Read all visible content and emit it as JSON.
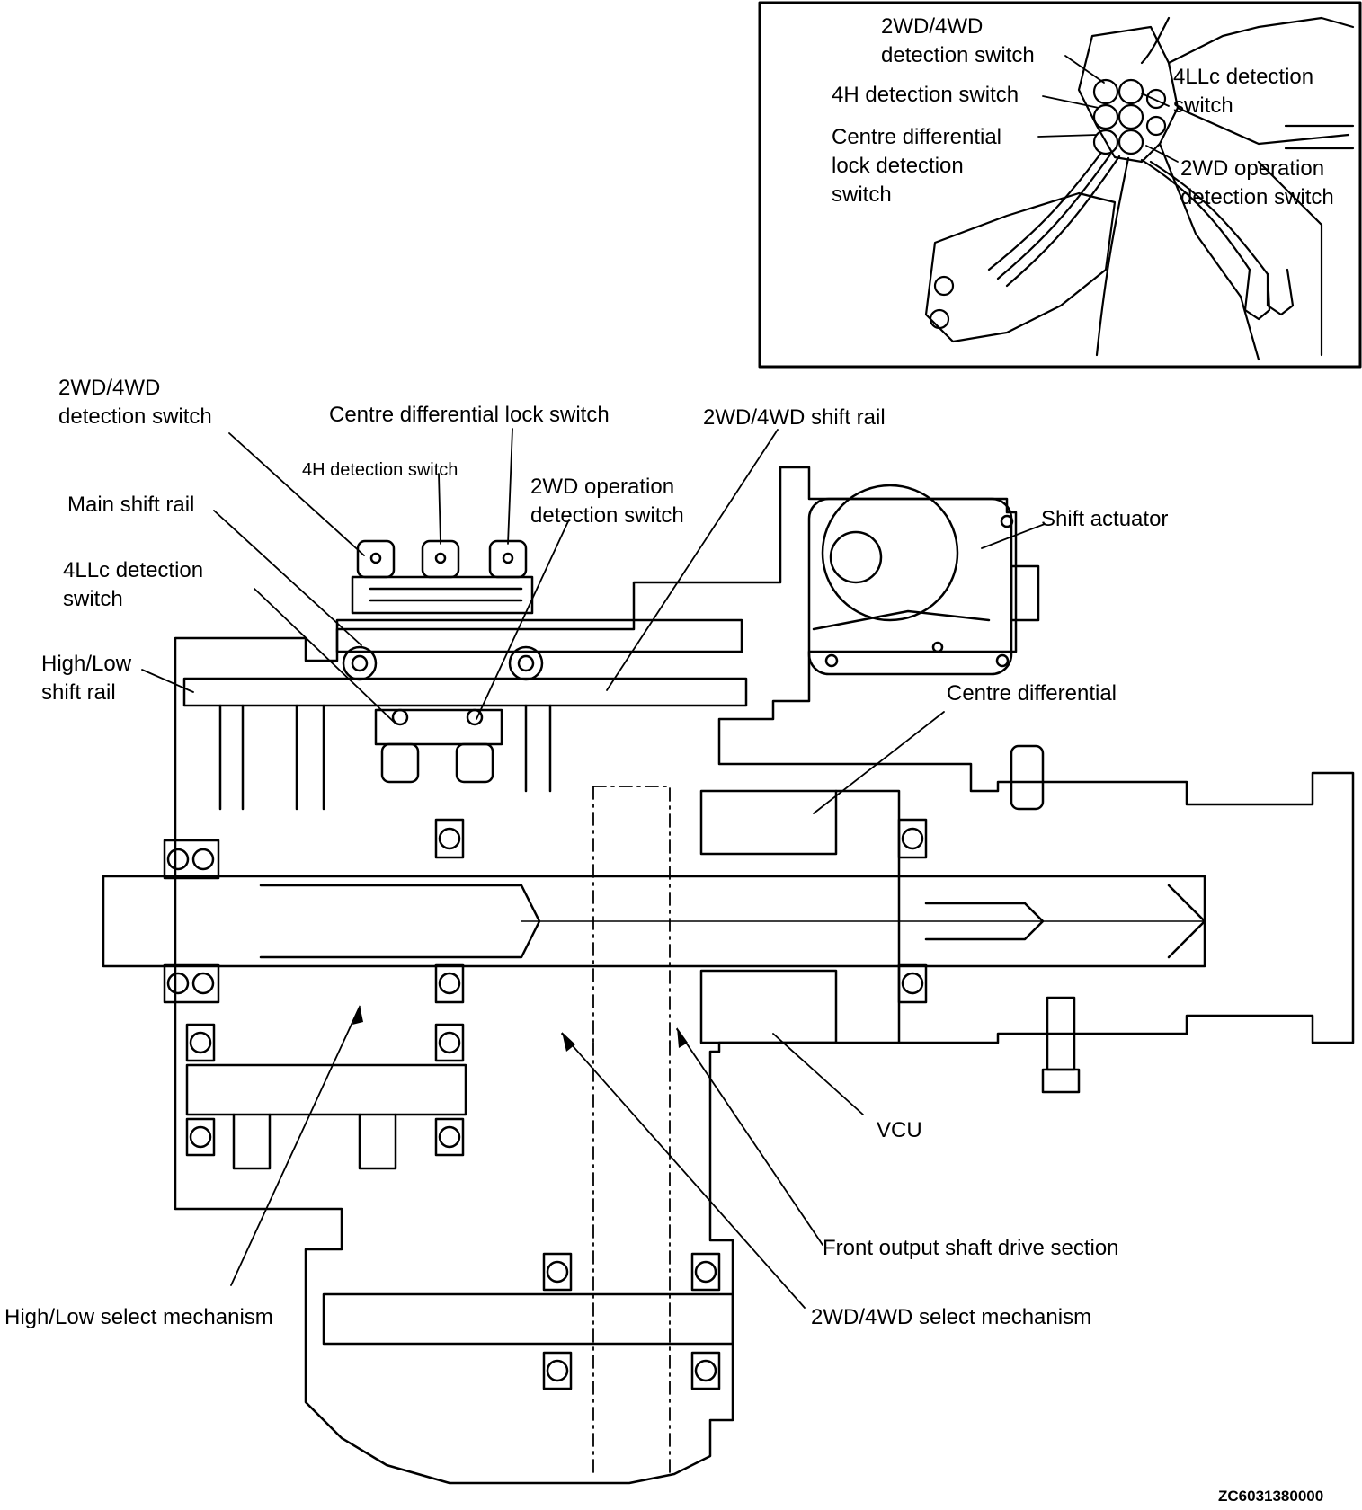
{
  "inset": {
    "label_2wd4wd_detection": [
      "2WD/4WD",
      "detection switch"
    ],
    "label_4llc_detection": [
      "4LLc detection",
      "switch"
    ],
    "label_4h_detection": "4H detection switch",
    "label_centre_diff_lock": [
      "Centre differential",
      "lock detection",
      "switch"
    ],
    "label_2wd_operation": [
      "2WD operation",
      "detection switch"
    ]
  },
  "main": {
    "label_2wd4wd_detection": [
      "2WD/4WD",
      "detection switch"
    ],
    "label_centre_diff_lock_switch": "Centre differential lock switch",
    "label_2wd4wd_shift_rail": "2WD/4WD shift rail",
    "label_4h_detection": "4H detection switch",
    "label_2wd_operation": [
      "2WD operation",
      "detection switch"
    ],
    "label_main_shift_rail": "Main shift rail",
    "label_shift_actuator": "Shift actuator",
    "label_4llc_detection": [
      "4LLc detection",
      "switch"
    ],
    "label_high_low_shift_rail": [
      "High/Low",
      "shift rail"
    ],
    "label_centre_differential": "Centre differential",
    "label_vcu": "VCU",
    "label_front_output": "Front output shaft drive section",
    "label_high_low_select": "High/Low select mechanism",
    "label_2wd4wd_select": "2WD/4WD select mechanism"
  },
  "figure_code": "ZC6031380000"
}
